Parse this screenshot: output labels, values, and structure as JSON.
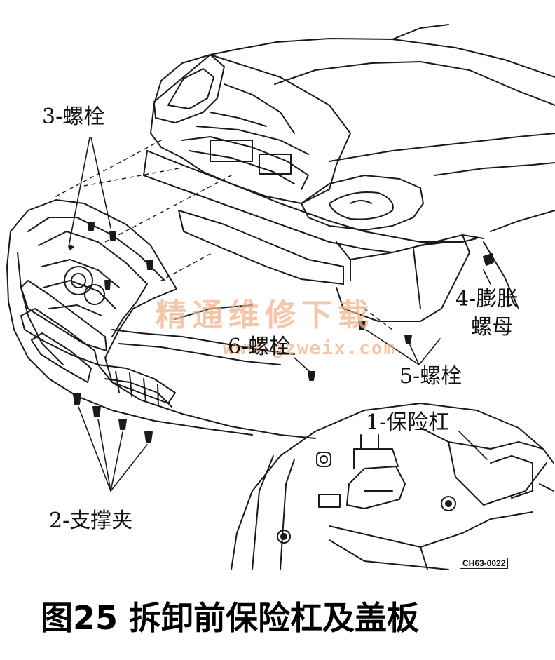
{
  "labels": {
    "bolt3": "3-螺栓",
    "clip2": "2-支撑夹",
    "nut4_line1": "4-膨胀",
    "nut4_line2": "螺母",
    "bolt5": "5-螺栓",
    "bolt6": "6-螺栓",
    "bumper1": "1-保险杠"
  },
  "watermark": {
    "text_cn": "精通维修下载",
    "text_url": "www.gzweix.com"
  },
  "figure_code": "CH63-0022",
  "caption": "图25 拆卸前保险杠及盖板"
}
